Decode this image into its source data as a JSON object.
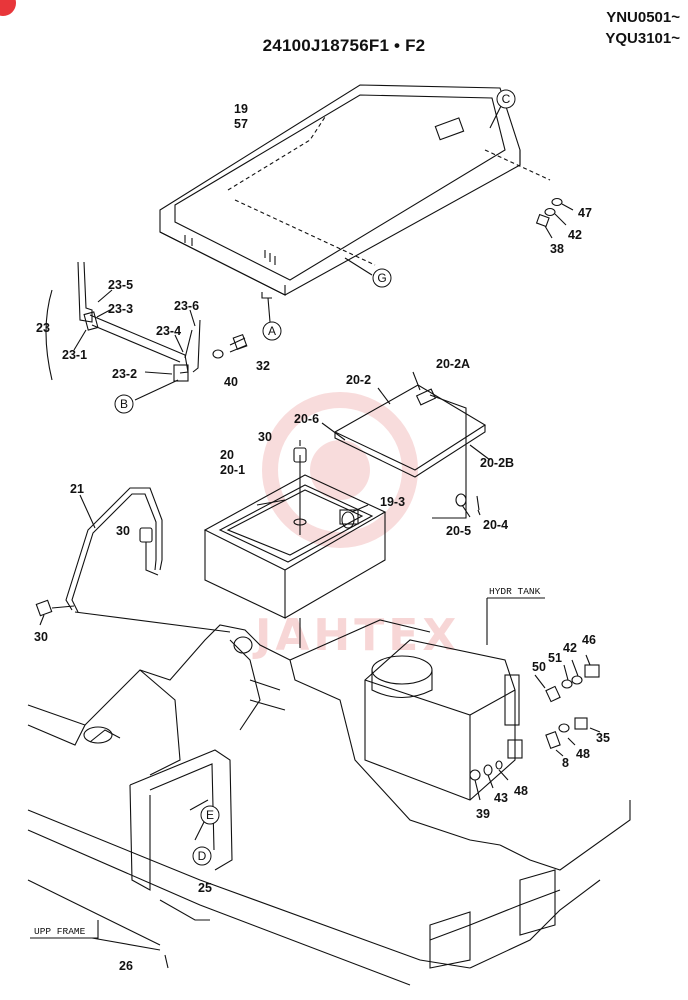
{
  "header": {
    "title": "24100J18756F1 • F2",
    "serial_ranges": [
      "YNU0501~",
      "YQU3101~"
    ]
  },
  "watermark": {
    "text": "JAHTEX",
    "color": "#e8363a"
  },
  "corner_icon": {
    "name": "red-circle-icon",
    "color": "#e8363a"
  },
  "tags": {
    "hydr_tank": "HYDR TANK",
    "upp_frame": "UPP FRAME"
  },
  "callouts": {
    "A": "A",
    "B": "B",
    "C": "C",
    "D": "D",
    "E": "E",
    "G": "G"
  },
  "part_labels": {
    "p19": "19",
    "p57": "57",
    "p47": "47",
    "p42a": "42",
    "p38": "38",
    "p23_5": "23-5",
    "p23_3": "23-3",
    "p23": "23",
    "p23_1": "23-1",
    "p23_6": "23-6",
    "p23_4": "23-4",
    "p23_2": "23-2",
    "p32": "32",
    "p40": "40",
    "p20_2A": "20-2A",
    "p20_2": "20-2",
    "p20_6": "20-6",
    "p20_2B": "20-2B",
    "p30a": "30",
    "p20": "20",
    "p20_1": "20-1",
    "p19_3": "19-3",
    "p20_5": "20-5",
    "p20_4": "20-4",
    "p21": "21",
    "p30b": "30",
    "p30c": "30",
    "p46": "46",
    "p42b": "42",
    "p51": "51",
    "p50": "50",
    "p35": "35",
    "p48a": "48",
    "p8": "8",
    "p48b": "48",
    "p43": "43",
    "p39": "39",
    "p25": "25",
    "p26": "26"
  }
}
